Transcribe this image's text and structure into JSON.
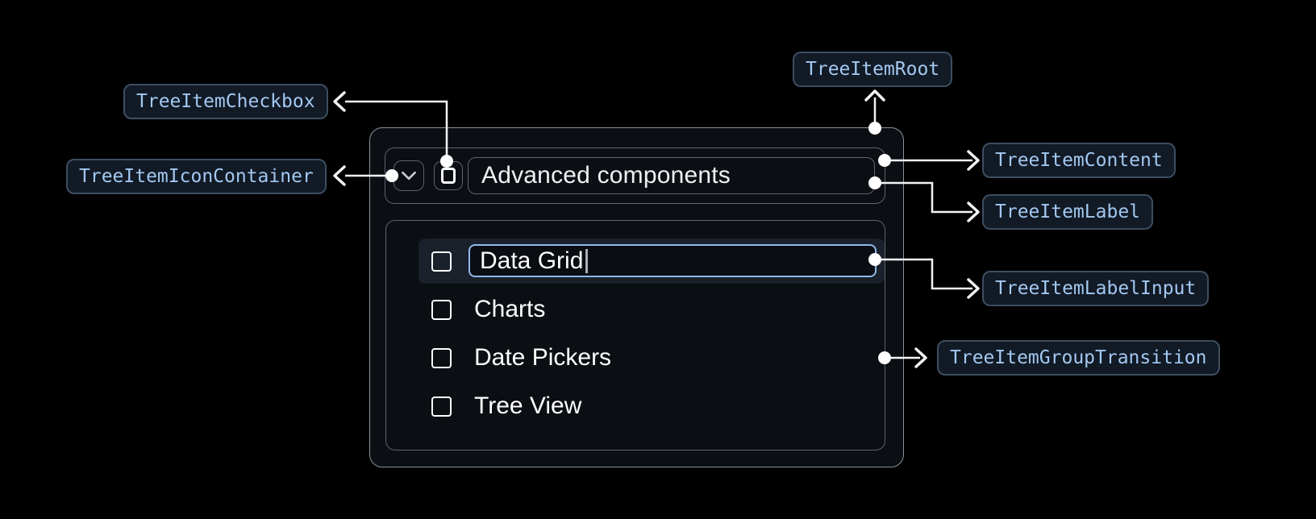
{
  "tree": {
    "parent_label": "Advanced components",
    "editing_value": "Data Grid",
    "children": [
      {
        "label": "Charts"
      },
      {
        "label": "Date Pickers"
      },
      {
        "label": "Tree View"
      }
    ]
  },
  "annotations": {
    "root": "TreeItemRoot",
    "checkbox": "TreeItemCheckbox",
    "icon_container": "TreeItemIconContainer",
    "content": "TreeItemContent",
    "label": "TreeItemLabel",
    "label_input": "TreeItemLabelInput",
    "group_transition": "TreeItemGroupTransition"
  },
  "icons": {
    "expand": "chevron-down-icon",
    "checkbox_state": "unchecked"
  },
  "colors": {
    "background": "#000000",
    "panel_background": "#0b0e13",
    "panel_border": "#8c939b",
    "inner_border": "#5d646c",
    "row_highlight": "#1a212b",
    "input_border": "#8fb9ec",
    "text_primary": "#ffffff",
    "annotation_text": "#a3c8f1",
    "annotation_border": "#3d4e61",
    "annotation_background": "#111a25",
    "connector": "#f2f4f6"
  }
}
